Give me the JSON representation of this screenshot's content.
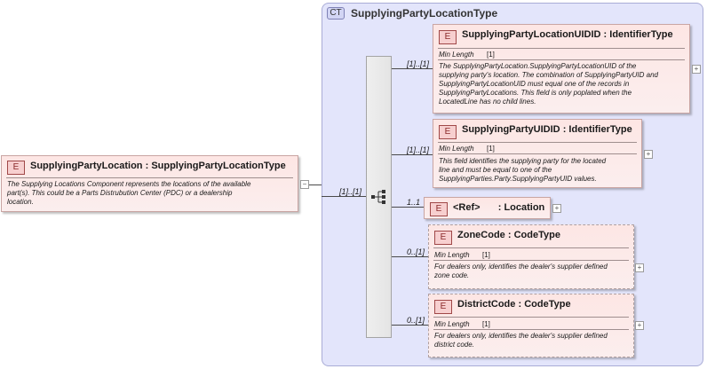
{
  "complex_type": {
    "badge": "CT",
    "name": "SupplyingPartyLocationType"
  },
  "root_element": {
    "badge": "E",
    "name": "SupplyingPartyLocation",
    "type": "SupplyingPartyLocationType",
    "collapse_symbol": "−",
    "description_lines": [
      "The Supplying Locations Component represents the locations of the available",
      "part(s). This could be a Parts Distrubution Center (PDC) or a dealership",
      "location."
    ],
    "multiplicity": "[1]..[1]"
  },
  "children": [
    {
      "badge": "E",
      "name": "SupplyingPartyLocationUIDID",
      "type": "IdentifierType",
      "multiplicity": "[1]..[1]",
      "min_length_label": "Min Length",
      "min_length_value": "[1]",
      "description_lines": [
        "The SupplyingPartyLocation.SupplyingPartyLocationUID of the",
        "supplying party's location. The combination of SupplyingPartyUID and",
        "SupplyingPartyLocationUID must equal one of the records in",
        "SupplyingPartyLocations. This field is only poplated when the",
        "LocatedLine has no child lines."
      ],
      "expand_symbol": "+"
    },
    {
      "badge": "E",
      "name": "SupplyingPartyUIDID",
      "type": "IdentifierType",
      "multiplicity": "[1]..[1]",
      "min_length_label": "Min Length",
      "min_length_value": "[1]",
      "description_lines": [
        "This field identifies the supplying party for the located",
        "line and must be equal to one of the",
        "SupplyingParties.Party.SupplyingPartyUID values."
      ],
      "expand_symbol": "+"
    },
    {
      "badge": "E",
      "name": "<Ref>",
      "type": "Location",
      "multiplicity": "1..1",
      "expand_symbol": "+"
    },
    {
      "badge": "E",
      "name": "ZoneCode",
      "type": "CodeType",
      "multiplicity": "0..[1]",
      "min_length_label": "Min Length",
      "min_length_value": "[1]",
      "description_lines": [
        "For dealers only, identifies the dealer's supplier defined",
        "zone code."
      ],
      "expand_symbol": "+"
    },
    {
      "badge": "E",
      "name": "DistrictCode",
      "type": "CodeType",
      "multiplicity": "0..[1]",
      "min_length_label": "Min Length",
      "min_length_value": "[1]",
      "description_lines": [
        "For dealers only, identifies the dealer's supplier defined",
        "district code."
      ],
      "expand_symbol": "+"
    }
  ],
  "separator": ":",
  "icons": {
    "sequence": "sequence-compositor-icon"
  }
}
